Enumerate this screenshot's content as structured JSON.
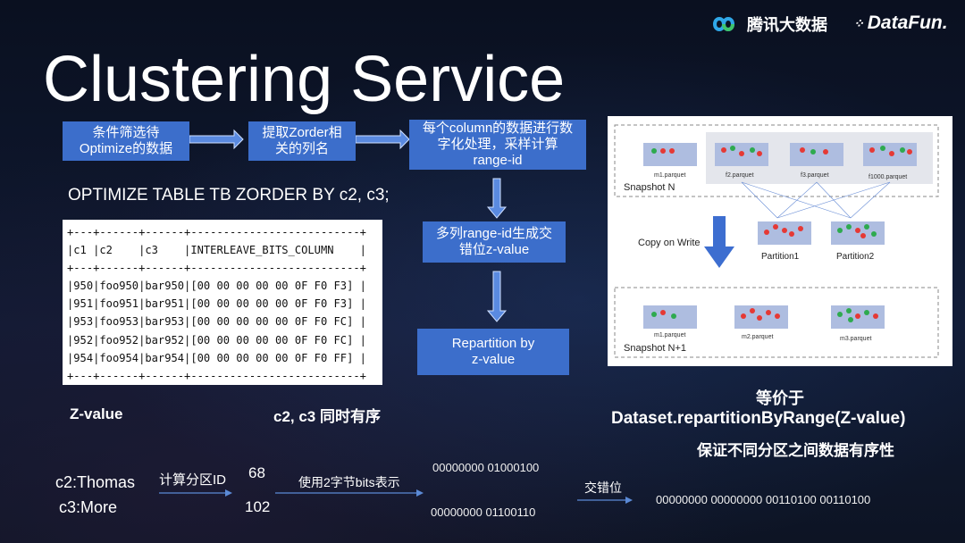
{
  "slide": {
    "title": "Clustering Service",
    "logo_tencent": "腾讯大数据",
    "logo_datafun": "DataFun."
  },
  "flow": {
    "step1": "条件筛选待\nOptimize的数据",
    "step2": "提取Zorder相\n关的列名",
    "step3": "每个column的数据进行数\n字化处理，采样计算\nrange-id",
    "step4": "多列range-id生成交\n错位z-value",
    "step5": "Repartition by\nz-value"
  },
  "sql": "OPTIMIZE TABLE TB ZORDER BY c2, c3;",
  "table": {
    "header": [
      "c1",
      "c2",
      "c3",
      "INTERLEAVE_BITS_COLUMN"
    ],
    "rows": [
      [
        "950",
        "foo950",
        "bar950",
        "[00 00 00 00 00 0F F0 F3]"
      ],
      [
        "951",
        "foo951",
        "bar951",
        "[00 00 00 00 00 0F F0 F3]"
      ],
      [
        "953",
        "foo953",
        "bar953",
        "[00 00 00 00 00 0F F0 FC]"
      ],
      [
        "952",
        "foo952",
        "bar952",
        "[00 00 00 00 00 0F F0 FC]"
      ],
      [
        "954",
        "foo954",
        "bar954",
        "[00 00 00 00 00 0F F0 FF]"
      ]
    ]
  },
  "labels": {
    "zvalue": "Z-value",
    "ordered": "c2, c3 同时有序",
    "equiv": "等价于",
    "dataset": "Dataset.repartitionByRange(Z-value)",
    "guarantee": "保证不同分区之间数据有序性"
  },
  "panel": {
    "snapshot_n": "Snapshot N",
    "snapshot_n1": "Snapshot N+1",
    "copy_on_write": "Copy on Write",
    "top_files": [
      "m1.parquet",
      "f2.parquet",
      "f3.parquet",
      "f1000.parquet"
    ],
    "partitions": [
      "Partition1",
      "Partition2"
    ],
    "bottom_files": [
      "m1.parquet",
      "m2.parquet",
      "m3.parquet"
    ]
  },
  "example": {
    "c2": "c2:Thomas",
    "c3": "c3:More",
    "calc_label": "计算分区ID",
    "val68": "68",
    "val102": "102",
    "two_bytes_label": "使用2字节bits表示",
    "bits68": "00000000 01000100",
    "bits102": "00000000 01100110",
    "interleave_label": "交错位",
    "result": "00000000 00000000 00110100 00110100"
  },
  "colors": {
    "box": "#3c6ecb",
    "red": "#e53935",
    "green": "#2eaa4f",
    "file": "#aebde0",
    "arrow": "#3d6ed0"
  }
}
